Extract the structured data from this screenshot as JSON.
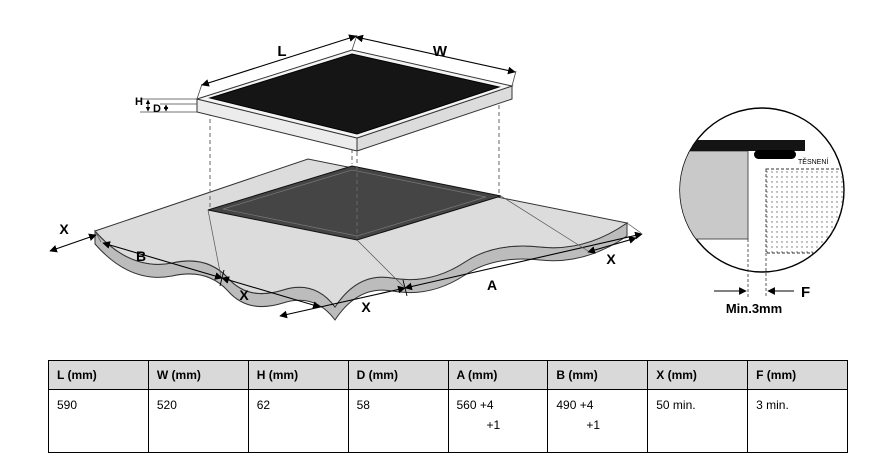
{
  "diagram": {
    "labels": {
      "L": "L",
      "W": "W",
      "H": "H",
      "D": "D",
      "B": "B",
      "A": "A",
      "X_left": "X",
      "X_front_left": "X",
      "X_front_mid": "X",
      "X_right": "X"
    },
    "detail": {
      "seal": "TĚSNENÍ",
      "min_gap": "Min.3mm",
      "F": "F"
    }
  },
  "table": {
    "headers": [
      "L (mm)",
      "W (mm)",
      "H (mm)",
      "D (mm)",
      "A (mm)",
      "B (mm)",
      "X (mm)",
      "F (mm)"
    ],
    "cells": [
      {
        "line1": "590",
        "line2": ""
      },
      {
        "line1": "520",
        "line2": ""
      },
      {
        "line1": "62",
        "line2": ""
      },
      {
        "line1": "58",
        "line2": ""
      },
      {
        "line1": "560 +4",
        "line2": "+1"
      },
      {
        "line1": "490 +4",
        "line2": "+1"
      },
      {
        "line1": "50 min.",
        "line2": ""
      },
      {
        "line1": "3 min.",
        "line2": ""
      }
    ]
  }
}
